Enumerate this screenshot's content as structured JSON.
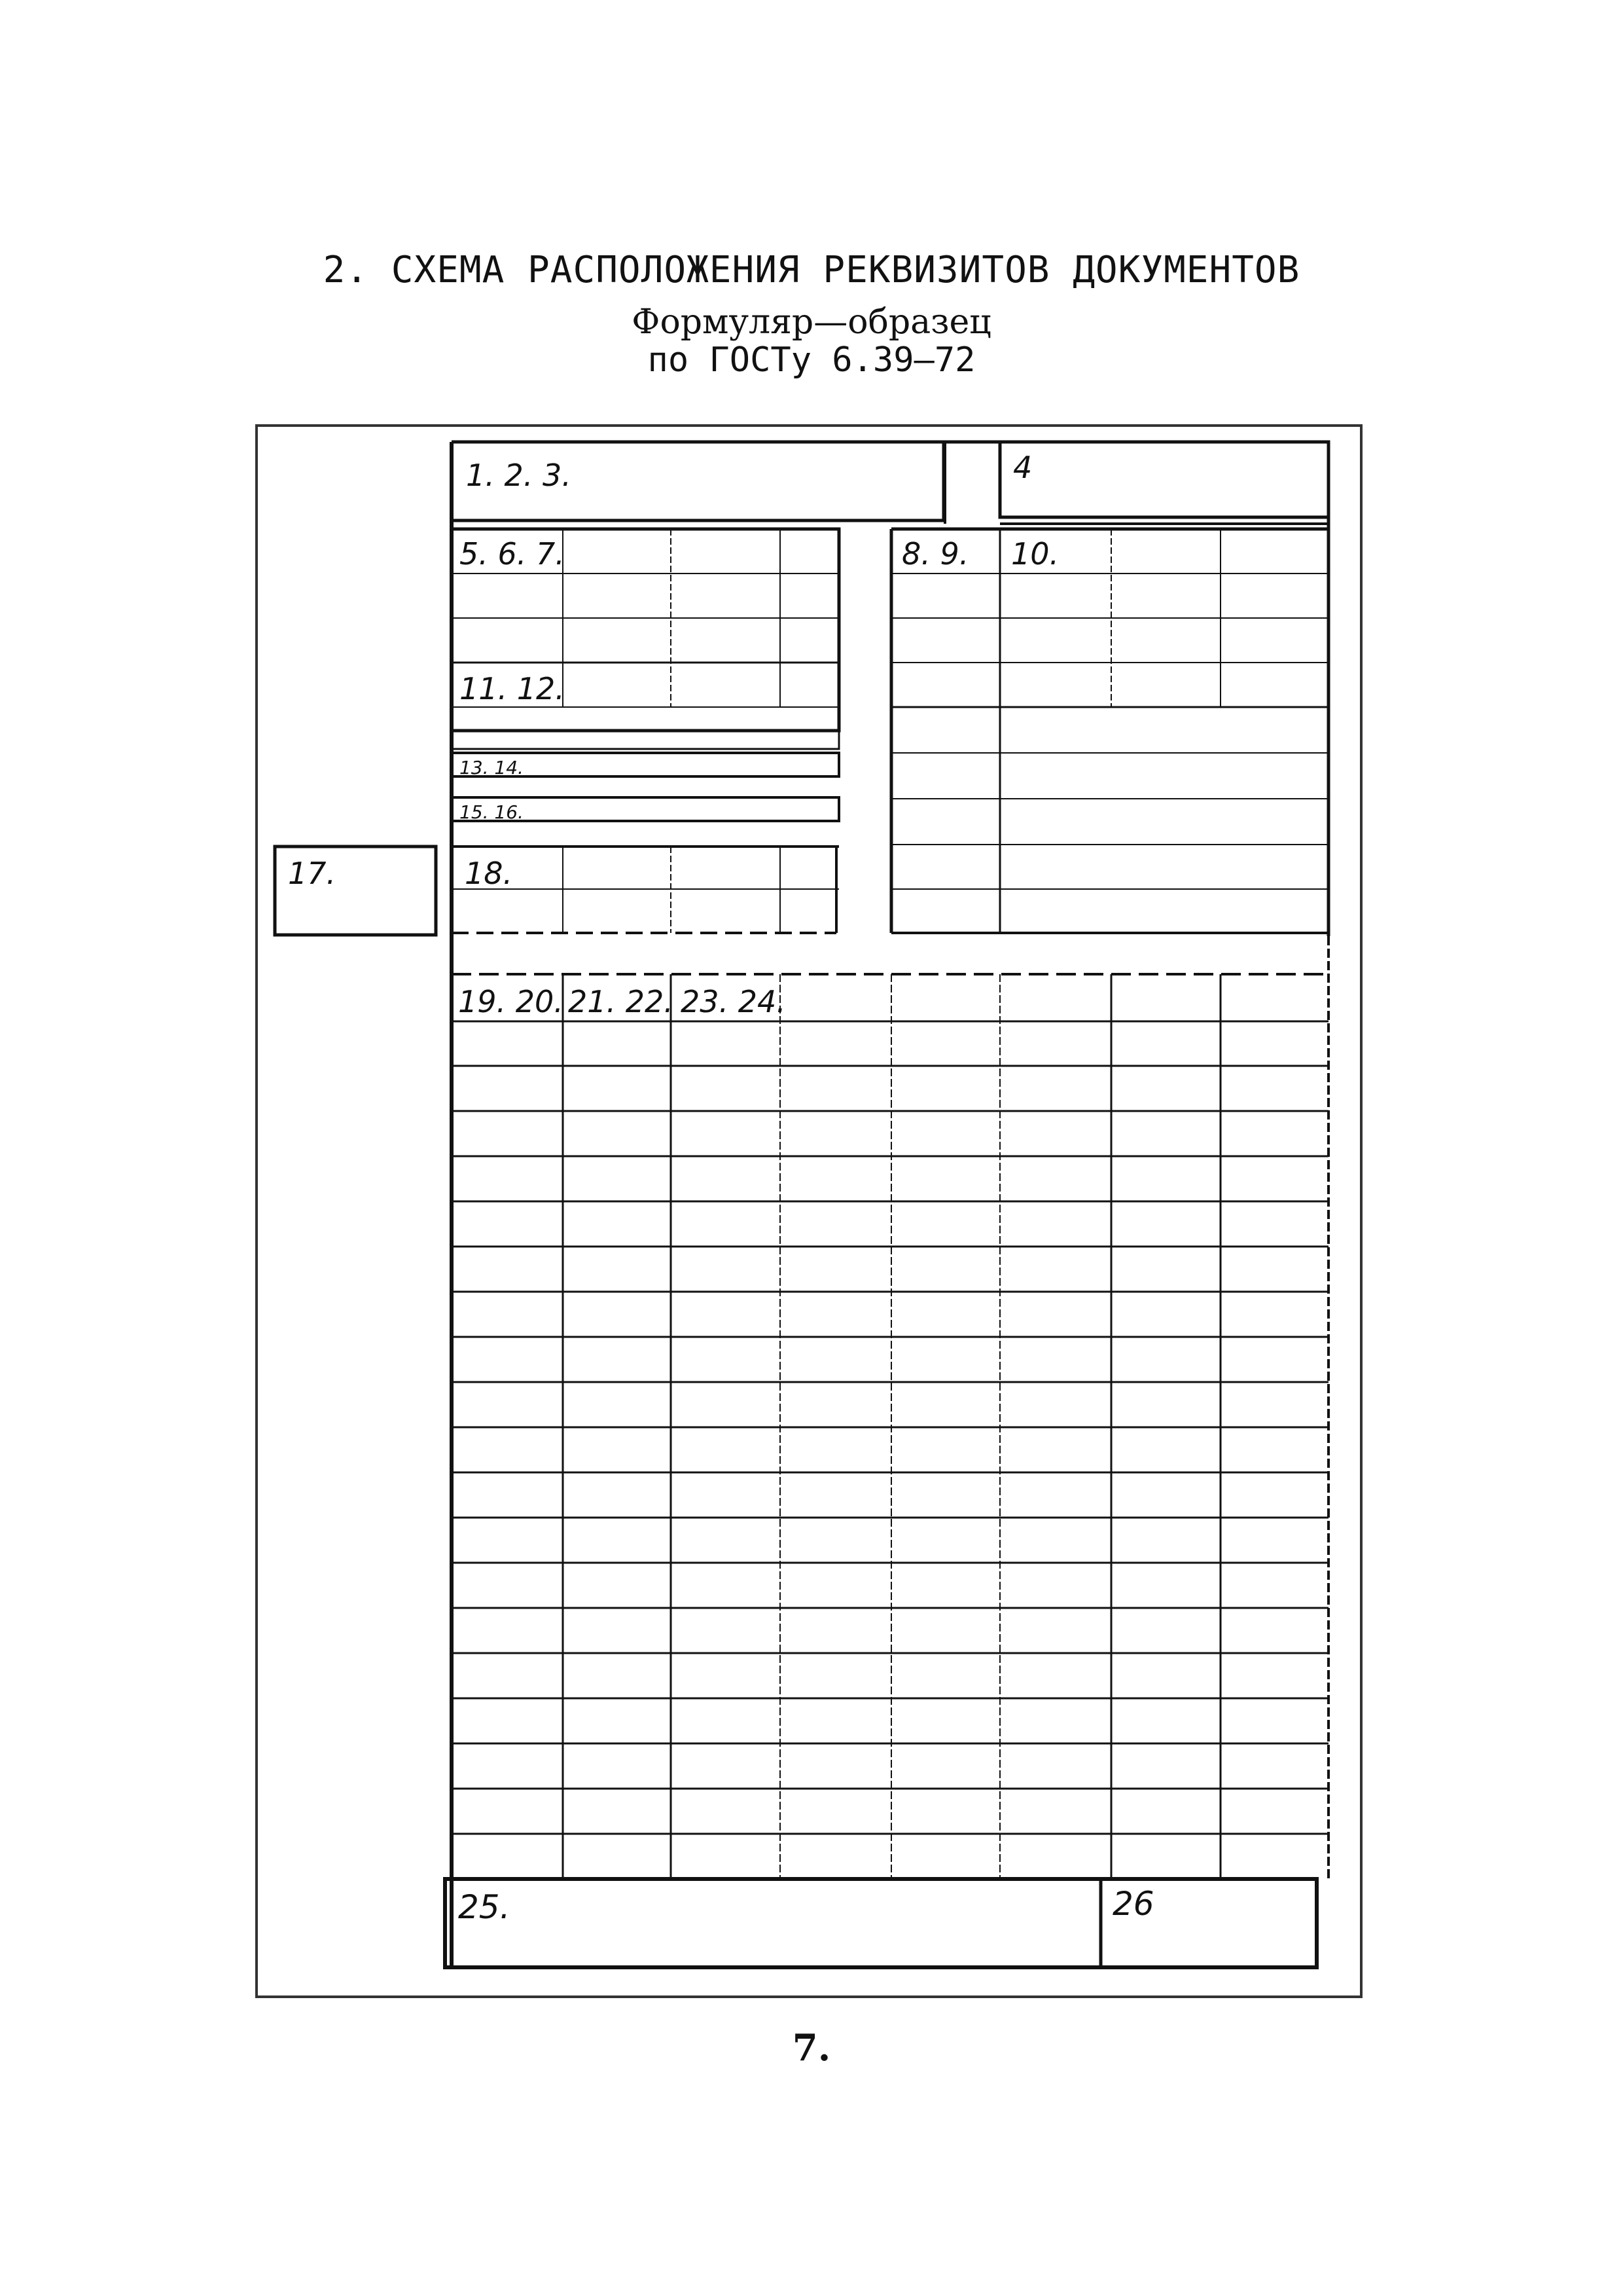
{
  "document": {
    "heading": "2. СХЕМА РАСПОЛОЖЕНИЯ РЕКВИЗИТОВ ДОКУМЕНТОВ",
    "subheading_line1": "Формуляр—образец",
    "subheading_line2": "по ГОСТу 6.39—72",
    "page_number": "7."
  },
  "form": {
    "field_labels": {
      "f1_2_3": "1. 2. 3.",
      "f4": "4",
      "f5_6_7": "5. 6. 7.",
      "f8_9": "8. 9.",
      "f10": "10.",
      "f11_12": "11. 12.",
      "f13_14": "13. 14.",
      "f15_16": "15. 16.",
      "f17": "17.",
      "f18": "18.",
      "f19_20": "19. 20.",
      "f21_22": "21. 22.",
      "f23_24": "23. 24.",
      "f25": "25.",
      "f26": "26"
    }
  }
}
